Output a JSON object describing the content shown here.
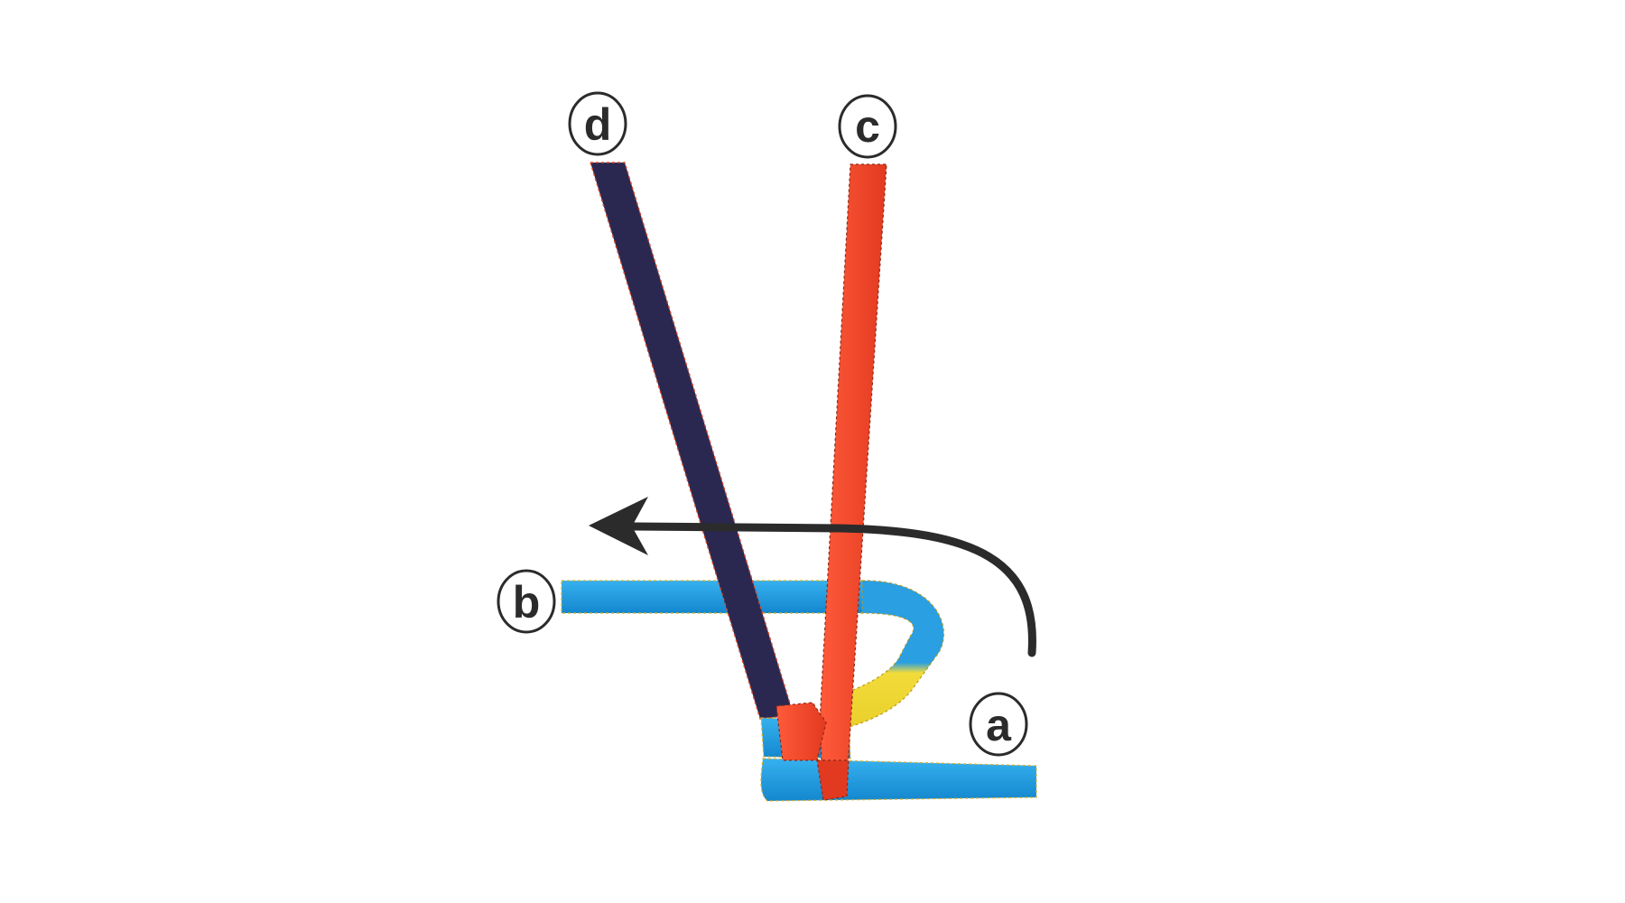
{
  "labels": {
    "a": "a",
    "b": "b",
    "c": "c",
    "d": "d"
  },
  "colors": {
    "background": "#ffffff",
    "ribbon_blue": "#1f9be0",
    "ribbon_blue_dark": "#137cc0",
    "ribbon_red": "#f0452a",
    "ribbon_red_dark": "#c9321b",
    "ribbon_navy": "#2a2850",
    "ribbon_yellow": "#f0d934",
    "arrow": "#2b2b2b",
    "label_stroke": "#2b2b2b"
  }
}
